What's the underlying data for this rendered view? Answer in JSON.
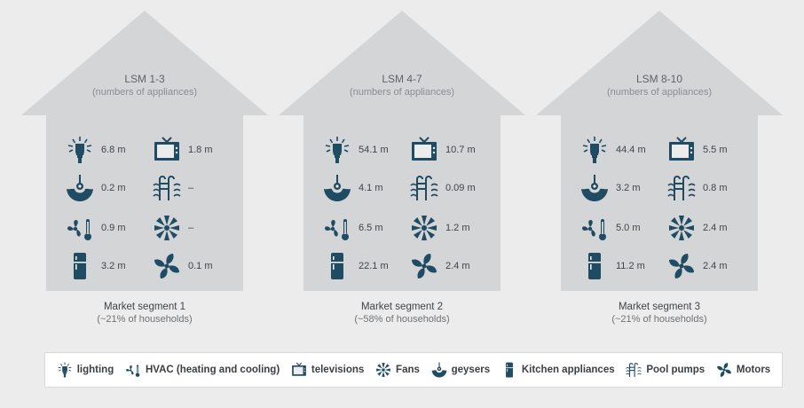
{
  "colors": {
    "icon": "#1f4b63",
    "house": "#d4d5d7",
    "background": "#ececed"
  },
  "houses": [
    {
      "title": "LSM 1-3",
      "subtitle": "(numbers of appliances)",
      "segment": "Market segment 1",
      "segment_sub": "(~21% of households)",
      "values": {
        "lighting": "6.8 m",
        "televisions": "1.8 m",
        "geysers": "0.2 m",
        "pool_pumps": "–",
        "hvac": "0.9 m",
        "fans": "–",
        "kitchen": "3.2 m",
        "motors": "0.1 m"
      }
    },
    {
      "title": "LSM 4-7",
      "subtitle": "(numbers of appliances)",
      "segment": "Market segment 2",
      "segment_sub": "(~58% of households)",
      "values": {
        "lighting": "54.1 m",
        "televisions": "10.7 m",
        "geysers": "4.1 m",
        "pool_pumps": "0.09 m",
        "hvac": "6.5 m",
        "fans": "1.2 m",
        "kitchen": "22.1 m",
        "motors": "2.4 m"
      }
    },
    {
      "title": "LSM 8-10",
      "subtitle": "(numbers of appliances)",
      "segment": "Market segment 3",
      "segment_sub": "(~21% of households)",
      "values": {
        "lighting": "44.4 m",
        "televisions": "5.5 m",
        "geysers": "3.2 m",
        "pool_pumps": "0.8 m",
        "hvac": "5.0 m",
        "fans": "2.4 m",
        "kitchen": "11.2 m",
        "motors": "2.4 m"
      }
    }
  ],
  "legend": [
    {
      "key": "lighting",
      "icon": "lighting-icon",
      "label": "lighting"
    },
    {
      "key": "hvac",
      "icon": "hvac-icon",
      "label": "HVAC (heating and cooling)"
    },
    {
      "key": "televisions",
      "icon": "television-icon",
      "label": "televisions"
    },
    {
      "key": "fans",
      "icon": "fan-icon",
      "label": "Fans"
    },
    {
      "key": "geysers",
      "icon": "geyser-icon",
      "label": "geysers"
    },
    {
      "key": "kitchen",
      "icon": "fridge-icon",
      "label": "Kitchen appliances"
    },
    {
      "key": "pool_pumps",
      "icon": "pool-pump-icon",
      "label": "Pool pumps"
    },
    {
      "key": "motors",
      "icon": "motor-icon",
      "label": "Motors"
    }
  ]
}
